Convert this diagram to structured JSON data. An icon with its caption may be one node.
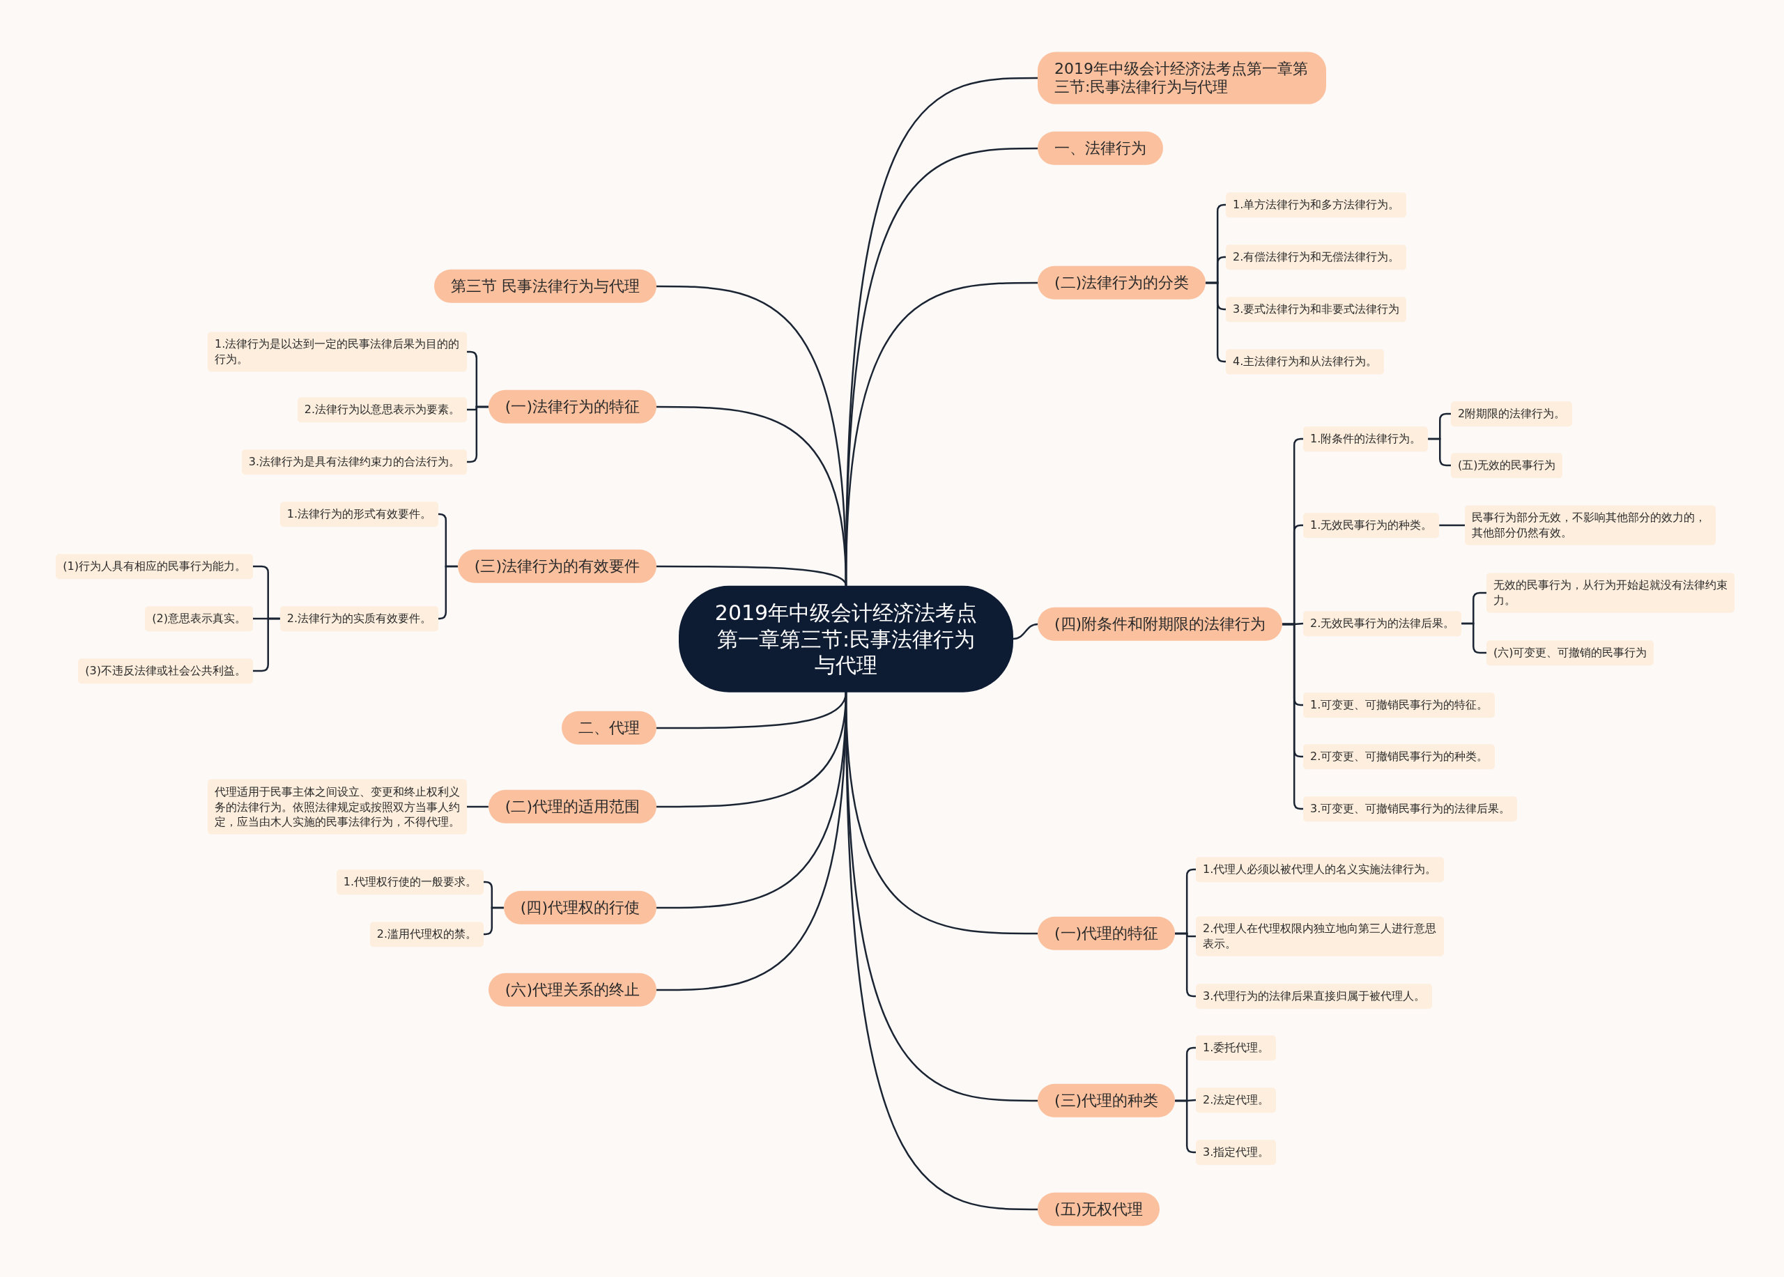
{
  "diagram": {
    "nodes": [
      {
        "text": [
          "2019年中级会计经济法考点第一章第三节:民事法律行为与代理"
        ]
      },
      {
        "text": [
          "第三节 民事法律行为与代理"
        ]
      },
      {
        "text": [
          "(一)法律行为的特征"
        ]
      },
      {
        "text": [
          "1.法律行为是以达到一定的民事法律后果为目的的行为。"
        ]
      },
      {
        "text": [
          "2.法律行为以意思表示为要素。"
        ]
      },
      {
        "text": [
          "3.法律行为是具有法律约束力的合法行为。"
        ]
      },
      {
        "text": [
          "(三)法律行为的有效要件"
        ]
      },
      {
        "text": [
          "1.法律行为的形式有效要件。"
        ]
      },
      {
        "text": [
          "2.法律行为的实质有效要件。"
        ]
      },
      {
        "text": [
          "(1)行为人具有相应的民事行为能力。"
        ]
      },
      {
        "text": [
          "(2)意思表示真实。"
        ]
      },
      {
        "text": [
          "(3)不违反法律或社会公共利益。"
        ]
      },
      {
        "text": [
          "二、代理"
        ]
      },
      {
        "text": [
          "(二)代理的适用范围"
        ]
      },
      {
        "text": [
          "代理适用于民事主体之间设立、变更和终止权利义务的法律行为。依照法律规定或按照双方当事人约定，应当由木人实施的民事法律行为，不得代理。"
        ]
      },
      {
        "text": [
          "(四)代理权的行使"
        ]
      },
      {
        "text": [
          "1.代理权行使的一般要求。"
        ]
      },
      {
        "text": [
          "2.滥用代理权的禁。"
        ]
      },
      {
        "text": [
          "(六)代理关系的终止"
        ]
      },
      {
        "text": [
          "2019年中级会计经济法考点第一章第三节:民事法律行为与代理"
        ]
      },
      {
        "text": [
          "一、法律行为"
        ]
      },
      {
        "text": [
          "(二)法律行为的分类"
        ]
      },
      {
        "text": [
          "1.单方法律行为和多方法律行为。"
        ]
      },
      {
        "text": [
          "2.有偿法律行为和无偿法律行为。"
        ]
      },
      {
        "text": [
          "3.要式法律行为和非要式法律行为"
        ]
      },
      {
        "text": [
          "4.主法律行为和从法律行为。"
        ]
      },
      {
        "text": [
          "(四)附条件和附期限的法律行为"
        ]
      },
      {
        "text": [
          "1.附条件的法律行为。"
        ]
      },
      {
        "text": [
          "2附期限的法律行为。"
        ]
      },
      {
        "text": [
          "(五)无效的民事行为"
        ]
      },
      {
        "text": [
          "1.无效民事行为的种类。"
        ]
      },
      {
        "text": [
          "民事行为部分无效，不影响其他部分的效力的，其他部分仍然有效。"
        ]
      },
      {
        "text": [
          "2.无效民事行为的法律后果。"
        ]
      },
      {
        "text": [
          "无效的民事行为，从行为开始起就没有法律约束力。"
        ]
      },
      {
        "text": [
          "(六)可变更、可撤销的民事行为"
        ]
      },
      {
        "text": [
          "1.可变更、可撤销民事行为的特征。"
        ]
      },
      {
        "text": [
          "2.可变更、可撤销民事行为的种类。"
        ]
      },
      {
        "text": [
          "3.可变更、可撤销民事行为的法律后果。"
        ]
      },
      {
        "text": [
          "(一)代理的特征"
        ]
      },
      {
        "text": [
          "1.代理人必须以被代理人的名义实施法律行为。"
        ]
      },
      {
        "text": [
          "2.代理人在代理权限内独立地向第三人进行意思表示。"
        ]
      },
      {
        "text": [
          "3.代理行为的法律后果直接归属于被代理人。"
        ]
      },
      {
        "text": [
          "(三)代理的种类"
        ]
      },
      {
        "text": [
          "1.委托代理。"
        ]
      },
      {
        "text": [
          "2.法定代理。"
        ]
      },
      {
        "text": [
          "3.指定代理。"
        ]
      },
      {
        "text": [
          "(五)无权代理"
        ]
      }
    ],
    "edges": [
      {
        "from": 0,
        "to": 1,
        "arrow": "none"
      },
      {
        "from": 0,
        "to": 2,
        "arrow": "none"
      },
      {
        "from": 2,
        "to": 3,
        "arrow": "none"
      },
      {
        "from": 2,
        "to": 4,
        "arrow": "none"
      },
      {
        "from": 2,
        "to": 5,
        "arrow": "none"
      },
      {
        "from": 0,
        "to": 6,
        "arrow": "none"
      },
      {
        "from": 6,
        "to": 7,
        "arrow": "none"
      },
      {
        "from": 6,
        "to": 8,
        "arrow": "none"
      },
      {
        "from": 8,
        "to": 9,
        "arrow": "none"
      },
      {
        "from": 8,
        "to": 10,
        "arrow": "none"
      },
      {
        "from": 8,
        "to": 11,
        "arrow": "none"
      },
      {
        "from": 0,
        "to": 12,
        "arrow": "none"
      },
      {
        "from": 0,
        "to": 13,
        "arrow": "none"
      },
      {
        "from": 13,
        "to": 14,
        "arrow": "none"
      },
      {
        "from": 0,
        "to": 15,
        "arrow": "none"
      },
      {
        "from": 15,
        "to": 16,
        "arrow": "none"
      },
      {
        "from": 15,
        "to": 17,
        "arrow": "none"
      },
      {
        "from": 0,
        "to": 18,
        "arrow": "none"
      },
      {
        "from": 0,
        "to": 19,
        "arrow": "none"
      },
      {
        "from": 0,
        "to": 20,
        "arrow": "none"
      },
      {
        "from": 0,
        "to": 21,
        "arrow": "none"
      },
      {
        "from": 21,
        "to": 22,
        "arrow": "none"
      },
      {
        "from": 21,
        "to": 23,
        "arrow": "none"
      },
      {
        "from": 21,
        "to": 24,
        "arrow": "none"
      },
      {
        "from": 21,
        "to": 25,
        "arrow": "none"
      },
      {
        "from": 0,
        "to": 26,
        "arrow": "none"
      },
      {
        "from": 26,
        "to": 27,
        "arrow": "none"
      },
      {
        "from": 27,
        "to": 28,
        "arrow": "none"
      },
      {
        "from": 27,
        "to": 29,
        "arrow": "none"
      },
      {
        "from": 26,
        "to": 30,
        "arrow": "none"
      },
      {
        "from": 30,
        "to": 31,
        "arrow": "none"
      },
      {
        "from": 26,
        "to": 32,
        "arrow": "none"
      },
      {
        "from": 32,
        "to": 33,
        "arrow": "none"
      },
      {
        "from": 32,
        "to": 34,
        "arrow": "none"
      },
      {
        "from": 26,
        "to": 35,
        "arrow": "none"
      },
      {
        "from": 26,
        "to": 36,
        "arrow": "none"
      },
      {
        "from": 26,
        "to": 37,
        "arrow": "none"
      },
      {
        "from": 0,
        "to": 38,
        "arrow": "none"
      },
      {
        "from": 38,
        "to": 39,
        "arrow": "none"
      },
      {
        "from": 38,
        "to": 40,
        "arrow": "none"
      },
      {
        "from": 38,
        "to": 41,
        "arrow": "none"
      },
      {
        "from": 0,
        "to": 42,
        "arrow": "none"
      },
      {
        "from": 42,
        "to": 43,
        "arrow": "none"
      },
      {
        "from": 42,
        "to": 44,
        "arrow": "none"
      },
      {
        "from": 42,
        "to": 45,
        "arrow": "none"
      },
      {
        "from": 0,
        "to": 46,
        "arrow": "none"
      }
    ]
  }
}
